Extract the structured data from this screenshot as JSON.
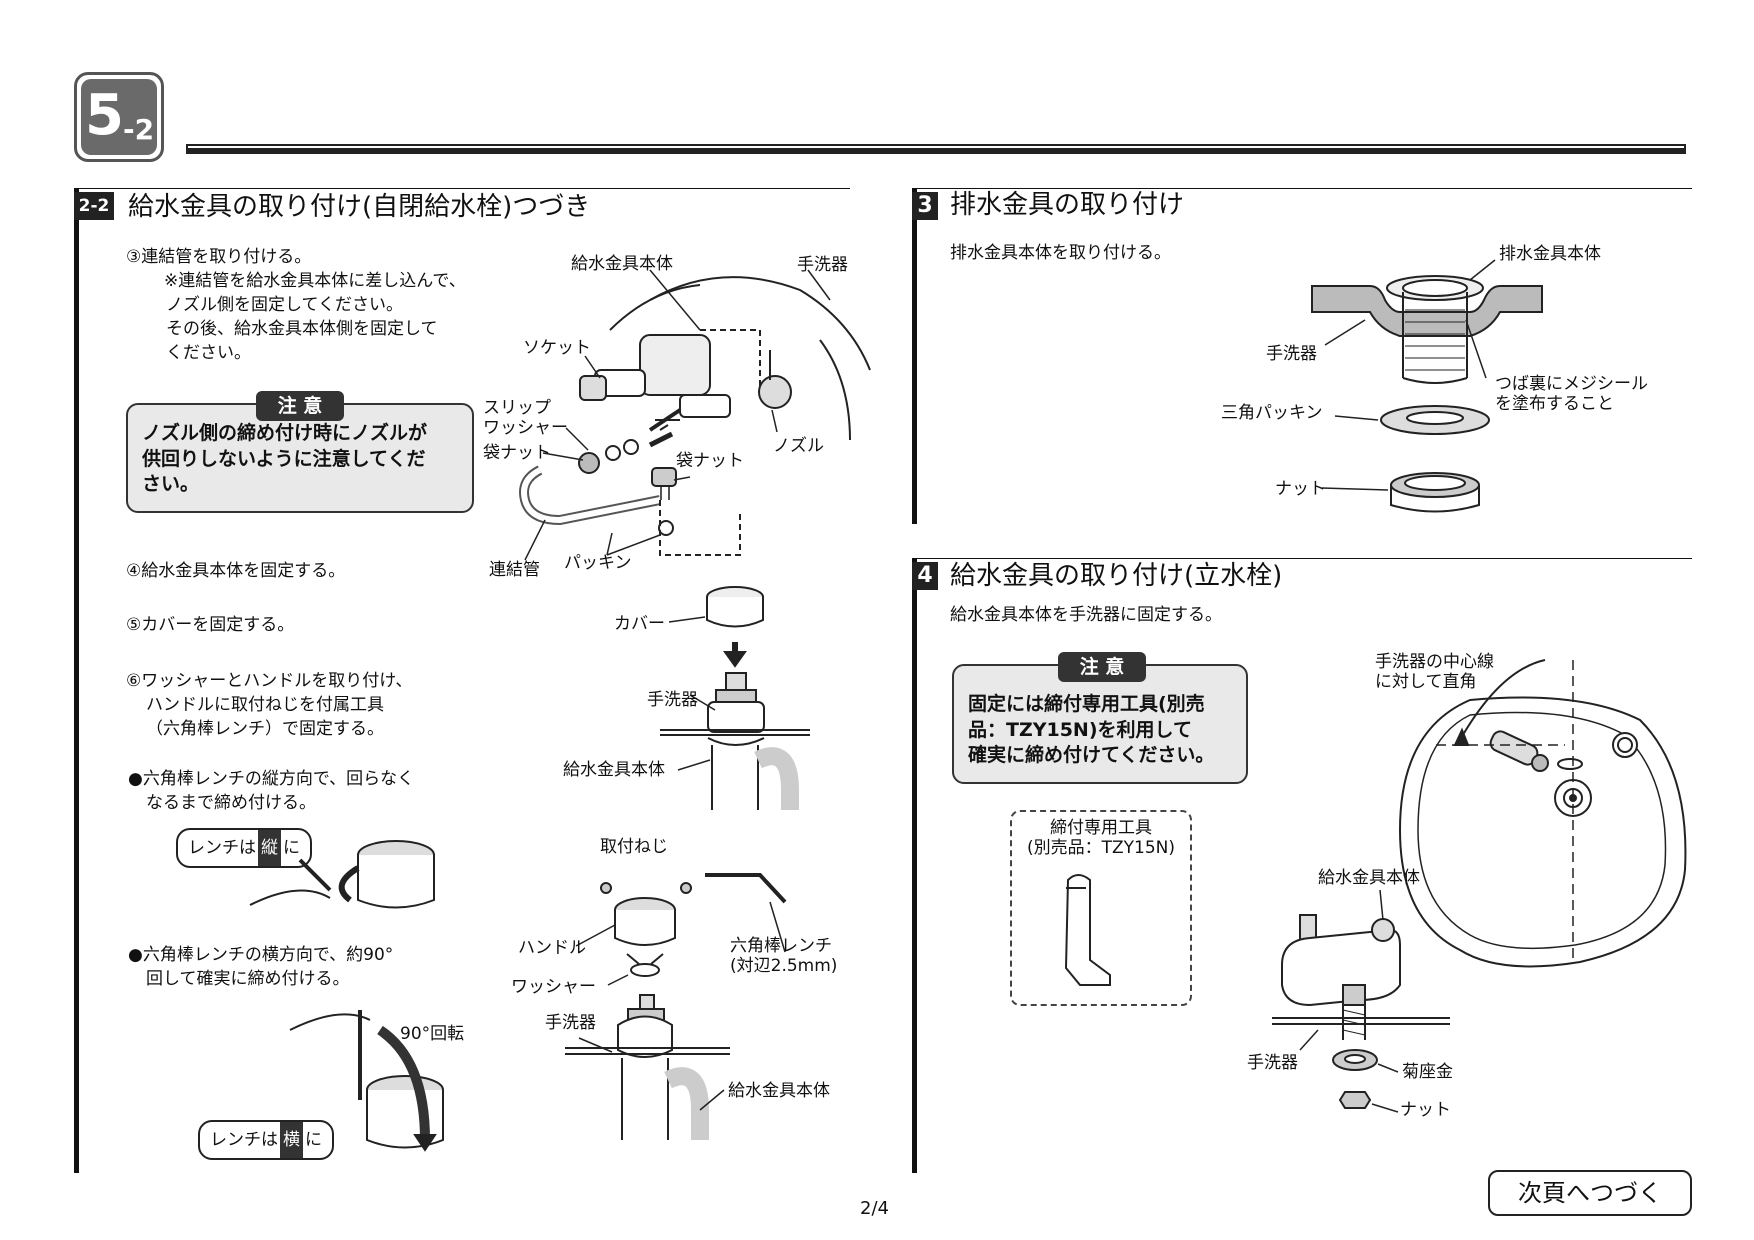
{
  "chapter_badge": {
    "main": "5",
    "sub": "-2"
  },
  "left": {
    "section_num": "2-2",
    "section_title": "給水金具の取り付け(自閉給水栓)つづき",
    "step3": {
      "line1": "③連結管を取り付ける。",
      "line2": "※連結管を給水金具本体に差し込んで、",
      "line3": "ノズル側を固定してください。",
      "line4": "その後、給水金具本体側を固定して",
      "line5": "ください。"
    },
    "caution": {
      "tag": "注 意",
      "text": "ノズル側の締め付け時にノズルが\n供回りしないように注意してくだ\nさい。"
    },
    "step4": "④給水金具本体を固定する。",
    "step5": "⑤カバーを固定する。",
    "step6": {
      "line1": "⑥ワッシャーとハンドルを取り付け、",
      "line2": "ハンドルに取付ねじを付属工具",
      "line3": "（六角棒レンチ）で固定する。"
    },
    "bullet1": {
      "line1": "●六角棒レンチの縦方向で、回らなく",
      "line2": "なるまで締め付ける。"
    },
    "bullet2": {
      "line1": "●六角棒レンチの横方向で、約90°",
      "line2": "回して確実に締め付ける。"
    },
    "pill_vertical": {
      "pre": "レンチは",
      "key": "縦",
      "post": "に"
    },
    "pill_horizontal": {
      "pre": "レンチは",
      "key": "横",
      "post": "に"
    },
    "rotate_label": "90°回転",
    "labels": {
      "body_top": "給水金具本体",
      "basin_top": "手洗器",
      "socket": "ソケット",
      "slip_washer": "スリップ\nワッシャー",
      "cap_nut_left": "袋ナット",
      "cap_nut_right": "袋ナット",
      "nozzle": "ノズル",
      "connecting_pipe": "連結管",
      "packing": "パッキン",
      "cover": "カバー",
      "basin_mid": "手洗器",
      "body_mid": "給水金具本体",
      "screw": "取付ねじ",
      "handle": "ハンドル",
      "hex_wrench": "六角棒レンチ\n(対辺2.5mm)",
      "washer": "ワッシャー",
      "basin_bottom": "手洗器",
      "body_bottom": "給水金具本体"
    }
  },
  "right": {
    "sec3": {
      "num": "3",
      "title": "排水金具の取り付け",
      "instruction": "排水金具本体を取り付ける。",
      "labels": {
        "drain_body": "排水金具本体",
        "basin": "手洗器",
        "sealant": "つば裏にメジシール\nを塗布すること",
        "triangle_packing": "三角パッキン",
        "nut": "ナット"
      }
    },
    "sec4": {
      "num": "4",
      "title": "給水金具の取り付け(立水栓)",
      "instruction": "給水金具本体を手洗器に固定する。",
      "caution": {
        "tag": "注 意",
        "text": "固定には締付専用工具(別売\n品：TZY15N)を利用して\n確実に締め付けてください。"
      },
      "tool_label": "締付専用工具\n(別売品：TZY15N)",
      "labels": {
        "centerline": "手洗器の中心線\nに対して直角",
        "body": "給水金具本体",
        "basin": "手洗器",
        "chrysanthemum_washer": "菊座金",
        "nut": "ナット"
      }
    }
  },
  "page_number": "2/4",
  "continue_button": "次頁へつづく"
}
